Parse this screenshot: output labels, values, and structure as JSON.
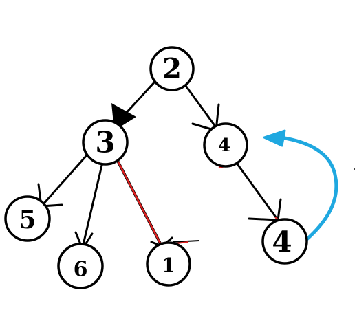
{
  "diagram": {
    "nodes": [
      {
        "id": "n2",
        "label": "2"
      },
      {
        "id": "n3",
        "label": "3"
      },
      {
        "id": "n4a",
        "label": "4"
      },
      {
        "id": "n5",
        "label": "5"
      },
      {
        "id": "n6",
        "label": "6"
      },
      {
        "id": "n1",
        "label": "1"
      },
      {
        "id": "n4b",
        "label": "4"
      }
    ],
    "edges": [
      {
        "from": "n2",
        "to": "n3",
        "color": "#000000",
        "style": "arrow-filled"
      },
      {
        "from": "n2",
        "to": "n4a",
        "color": "#000000",
        "style": "arrow"
      },
      {
        "from": "n3",
        "to": "n5",
        "color": "#000000",
        "style": "arrow"
      },
      {
        "from": "n3",
        "to": "n6",
        "color": "#000000",
        "style": "arrow"
      },
      {
        "from": "n3",
        "to": "n1",
        "color": "#e02020",
        "style": "arrow"
      },
      {
        "from": "n4a",
        "to": "n4b",
        "color": "#000000",
        "style": "arrow"
      },
      {
        "from": "n4b",
        "to": "n4a",
        "color": "#1fa8e0",
        "style": "curved-arrow"
      }
    ]
  }
}
